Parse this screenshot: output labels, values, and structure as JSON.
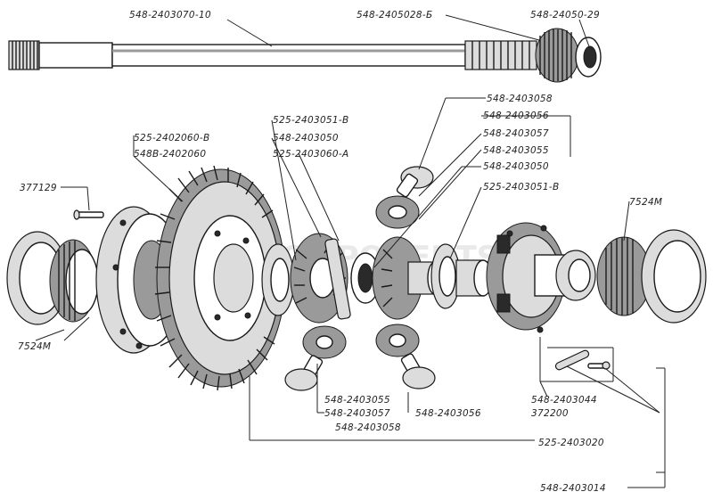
{
  "labels": {
    "shaft_left": "548-2403070-10",
    "pinion_shaft": "548-2405028-Б",
    "pinion_nut": "548-24050-29",
    "washer_top": "548-2403058",
    "washer_spacer": "548-2403056",
    "gear_spider": "548-2403057",
    "gear_satellite": "548-2403055",
    "cross": "548-2403050",
    "side_gear_right": "525-2403051-В",
    "bolt": "377129",
    "crown_gear": "525-2402060-В",
    "crown_gear_alt": "548В-2402060",
    "side_gear_left": "525-2403051-В",
    "cross_left": "548-2403050",
    "case_left": "525-2403060-А",
    "bearing_right": "7524М",
    "bearing_left": "7524М",
    "lock_plate": "548-2403044",
    "lock_bolt": "372200",
    "bottom_a": "548-2403055",
    "bottom_b": "548-2403057",
    "bottom_c": "548-2403056",
    "bottom_d": "548-2403058",
    "assembly": "525-2403020",
    "case_assembly": "548-2403014"
  },
  "watermark": "AUTOCOMPONENTS.RU"
}
